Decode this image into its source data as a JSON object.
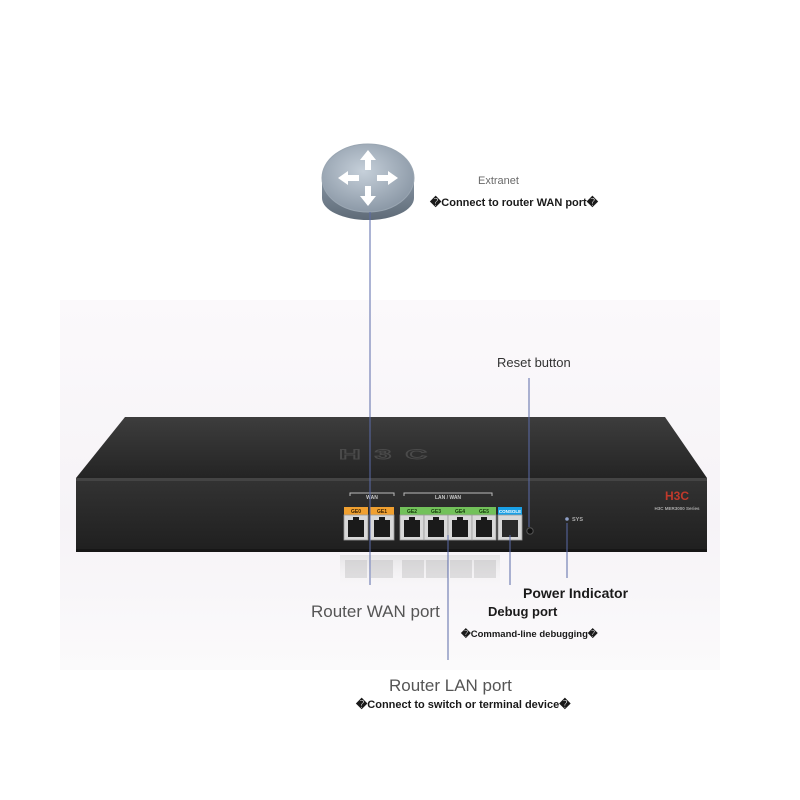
{
  "labels": {
    "extranet": "Extranet",
    "extranet_sub": "�Connect to router WAN port�",
    "reset_button": "Reset button",
    "power_indicator": "Power Indicator",
    "router_wan_port": "Router WAN port",
    "debug_port": "Debug port",
    "debug_port_sub": "�Command-line debugging�",
    "router_lan_port": "Router LAN port",
    "router_lan_port_sub": "�Connect to switch or terminal device�"
  },
  "device": {
    "brand": "H3C",
    "series": "H3C MER3000 Series",
    "wan_group_label": "WAN",
    "lan_wan_group_label": "LAN / WAN",
    "console_label": "CONSOLE",
    "sys_label": "SYS",
    "wan_ports": [
      "GE0",
      "GE1"
    ],
    "lan_ports": [
      "GE2",
      "GE3",
      "GE4",
      "GE5"
    ]
  },
  "colors": {
    "wan_port_tag": "#f0a030",
    "lan_port_tag": "#72c15a",
    "console_tag": "#1aa0e6",
    "leader_line": "#5a6aa8",
    "chassis": "#2b2b2b"
  }
}
